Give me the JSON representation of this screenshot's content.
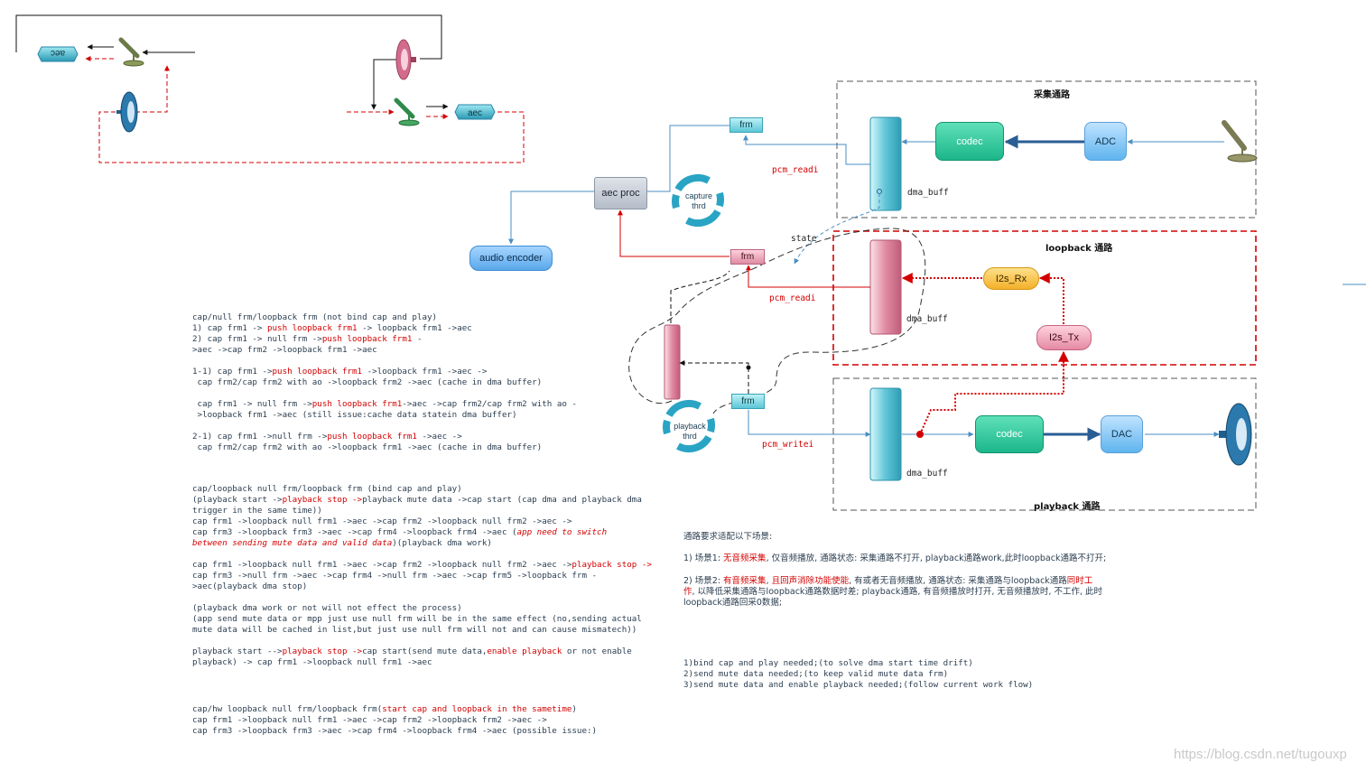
{
  "small_diagram": {
    "aec_left_label": "aec",
    "aec_right_label": "aec"
  },
  "blocks": {
    "frm_top": "frm",
    "aec_proc": "aec proc",
    "audio_encoder": "audio encoder",
    "capture_thrd": "capture\nthrd",
    "playback_thrd": "playback\nthrd",
    "frm_loop": "frm",
    "frm_play": "frm",
    "codec_cap": "codec",
    "adc": "ADC",
    "i2s_rx": "I2s_Rx",
    "i2s_tx": "I2s_Tx",
    "codec_play": "codec",
    "dac": "DAC"
  },
  "labels": {
    "pcm_readi_1": "pcm_readi",
    "pcm_readi_2": "pcm_readi",
    "pcm_writei": "pcm_writei",
    "state": "state",
    "dma_buff_1": "dma_buff",
    "dma_buff_2": "dma_buff",
    "dma_buff_3": "dma_buff"
  },
  "regions": {
    "capture_title": "采集通路",
    "loopback_title": "loopback 通路",
    "playback_title": "playback 通路"
  },
  "notes_left": {
    "block1": [
      "cap/null frm/loopback frm (not bind cap and play)",
      "1) cap frm1 -> push loopback frm1 -> loopback frm1 ->aec",
      "2) cap frm1 -> null frm ->push loopback frm1 -",
      ">aec ->cap frm2 ->loopback frm1 ->aec",
      "",
      "1-1) cap frm1 ->push loopback frm1 ->loopback frm1 ->aec ->",
      " cap frm2/cap frm2 with ao ->loopback frm2 ->aec (cache in dma buffer)",
      "",
      " cap frm1 -> null frm ->push loopback frm1->aec ->cap frm2/cap frm2 with ao -",
      " >loopback frm1 ->aec (still issue:cache data statein dma buffer)",
      "",
      "2-1) cap frm1 ->null frm ->push loopback frm1 ->aec ->",
      " cap frm2/cap frm2 with ao ->loopback frm1 ->aec (cache in dma buffer)"
    ],
    "block2": [
      "cap/loopback null frm/loopback frm (bind cap and play)",
      "(playback start ->playback stop ->playback mute data ->cap start (cap dma and playback dma",
      "trigger in the same time))",
      "cap frm1 ->loopback null frm1 ->aec ->cap frm2 ->loopback null frm2 ->aec ->",
      "cap frm3 ->loopback frm3 ->aec ->cap frm4 ->loopback frm4 ->aec (app need to switch",
      "between sending mute data and valid data)(playback dma work)",
      "",
      "cap frm1 ->loopback null frm1 ->aec ->cap frm2 ->loopback null frm2 ->aec ->playback stop ->",
      "cap frm3 ->null frm ->aec ->cap frm4 ->null frm ->aec ->cap frm5 ->loopback frm -",
      ">aec(playback dma stop)",
      "",
      "(playback dma work or not will not effect the process)",
      "(app send mute data or mpp just use null frm will be in the same effect (no,sending actual",
      "mute data will be cached in list,but just use null frm will not and can cause mismatech))",
      "",
      "playback start -->playback stop ->cap start(send mute data,enable playback or not enable",
      "playback) -> cap frm1 ->loopback null frm1 ->aec"
    ],
    "block3": [
      "cap/hw loopback null frm/loopback frm(start cap and loopback in the sametime)",
      "cap frm1 ->loopback null frm1 ->aec ->cap frm2 ->loopback frm2 ->aec ->",
      "cap frm3 ->loopback frm3 ->aec ->cap frm4 ->loopback frm4 ->aec (possible issue:)"
    ]
  },
  "notes_right": {
    "intro": "通路要求适配以下场景:",
    "s1_a": "1) 场景1: ",
    "s1_red": "无音频采集",
    "s1_b": ", 仅音频播放, 通路状态: 采集通路不打开, playback通路work,此时loopback通路不打开;",
    "s2_a": "2) 场景2: ",
    "s2_red1": "有音频采集",
    "s2_sep": ", ",
    "s2_red2": "且回声消除功能使能",
    "s2_b": ", 有或者无音频播放, 通路状态: 采集通路与loopback通路",
    "s2_red3": "同时工",
    "s2_line2_red": "作",
    "s2_line2": ", 以降低采集通路与loopback通路数据时差; playback通路, 有音频播放时打开, 无音频播放时, 不工作, 此时",
    "s2_line3": "loopback通路回采0数据;",
    "req1": "1)bind cap and play needed;(to solve dma start time drift)",
    "req2": "2)send mute data needed;(to keep valid mute data frm)",
    "req3": "3)send mute data and enable playback needed;(follow current work flow)"
  },
  "watermark": "https://blog.csdn.net/tugouxp",
  "colors": {
    "line_blue": "#4a8fc4",
    "line_red": "#d40000",
    "dark_blue_arrow": "#2a5d94"
  }
}
